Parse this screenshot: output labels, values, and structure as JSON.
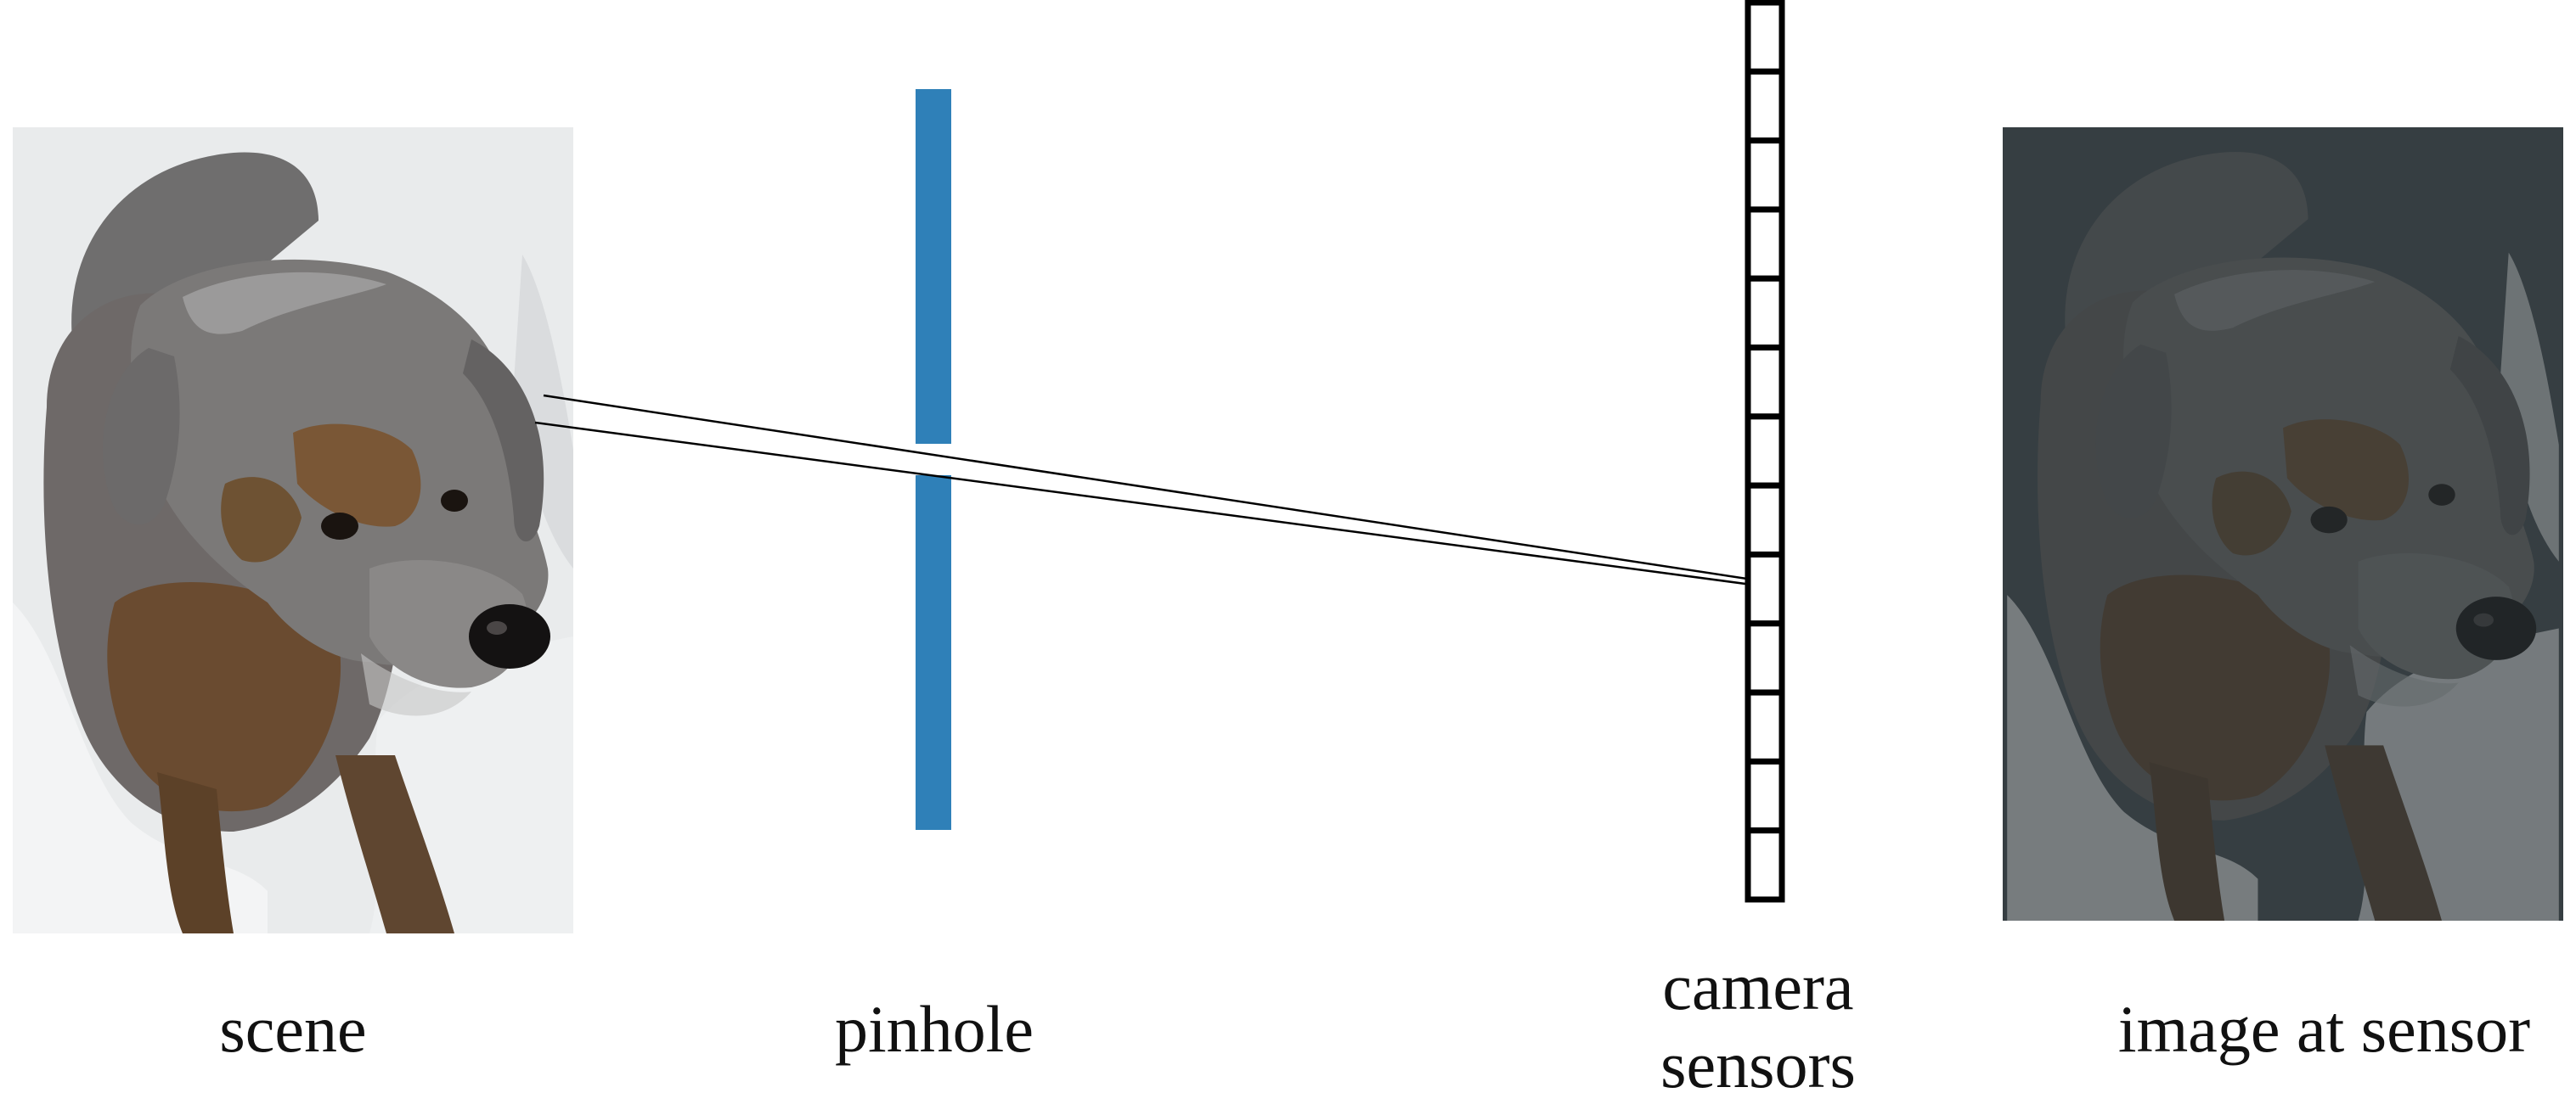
{
  "labels": {
    "scene": "scene",
    "pinhole": "pinhole",
    "camera_sensors_line1": "camera",
    "camera_sensors_line2": "sensors",
    "image_at_sensor": "image at sensor"
  },
  "colors": {
    "pinhole_barrier": "#2f80b8",
    "sensor_outline": "#000000",
    "ray": "#000000",
    "scene_background": "#e9ebec",
    "snow": "#f2f3f4",
    "dog_fur": "#7c7a79",
    "dog_tan": "#6b4a2c",
    "sensor_image_tint": "#3c4549"
  },
  "icons": {
    "scene_photo": "snowy-dog-photo",
    "sensor_photo": "dark-snowy-dog-photo"
  },
  "sensor_cell_count": 13
}
